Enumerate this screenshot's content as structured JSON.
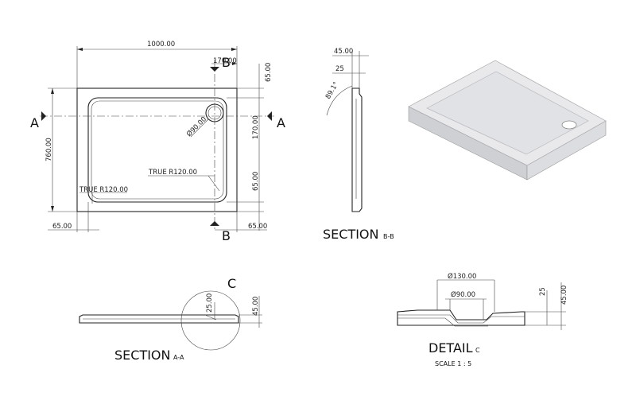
{
  "plan_view": {
    "overall_width": "1000.00",
    "overall_height": "760.00",
    "waste_offset_x": "170.00",
    "waste_offset_top": "65.00",
    "waste_center_height": "170.00",
    "bottom_rim_right": "65.00",
    "bottom_left_rim": "65.00",
    "bottom_right_rim": "65.00",
    "waste_diameter": "Ø90.00",
    "inner_radius": "TRUE R120.00",
    "outer_radius": "TRUE R120.00",
    "section_mark_a": "A",
    "section_mark_b": "B"
  },
  "section_bb": {
    "thickness": "45.00",
    "base_thickness": "25",
    "angle": "89.1°",
    "title": "SECTION",
    "suffix": "B-B"
  },
  "section_aa": {
    "title": "SECTION",
    "suffix": "A-A",
    "detail_mark": "C",
    "dim_inner": "25.00",
    "dim_outer": "45.00"
  },
  "detail_c": {
    "title": "DETAIL",
    "suffix": "C",
    "scale": "SCALE 1 : 5",
    "outer_diameter": "Ø130.00",
    "inner_diameter": "Ø90.00",
    "dim_inner": "25",
    "dim_outer": "45.00"
  },
  "colors": {
    "line": "#222222",
    "tray_top": "#e9e9ec",
    "tray_side": "#cfd0d4",
    "background": "#ffffff"
  }
}
